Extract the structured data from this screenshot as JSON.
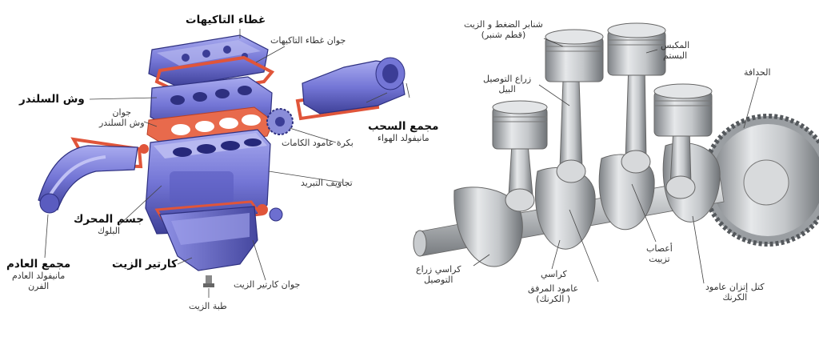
{
  "colors": {
    "engine_blue": "#6d6fd0",
    "engine_dark": "#3b3d96",
    "engine_light": "#b7b8f0",
    "gasket_orange": "#e0553a",
    "steel": "#b9bcbf",
    "steel_dark": "#6f7377"
  },
  "left_diagram": {
    "valve_cover": {
      "title": "غطاء التاكيهات"
    },
    "valve_cover_gasket": {
      "title": "جوان غطاء التاكيهات"
    },
    "cylinder_head": {
      "title": "وش السلندر"
    },
    "head_gasket": {
      "line1": "جوان",
      "line2": "وش السلندر"
    },
    "intake_manifold": {
      "title": "مجمع السحب",
      "subtitle": "مانيفولد الهواء"
    },
    "camshaft_pulley": {
      "title": "بكرة عامود الكامات"
    },
    "coolant_passages": {
      "title": "تجاويف التبريد"
    },
    "engine_block": {
      "title": "جسم المحرك",
      "subtitle": "البلوك"
    },
    "exhaust_manifold": {
      "title": "مجمع العادم",
      "line1": "مانيفولد العادم",
      "line2": "الفرن"
    },
    "oil_pan": {
      "title": "كارتير الزيت"
    },
    "oil_pan_gasket": {
      "title": "جوان كارتير الزيت"
    },
    "drain_plug": {
      "title": "طبة الزيت"
    }
  },
  "right_diagram": {
    "piston_rings": {
      "line1": "شنابر الضغط و الزيت",
      "line2": "(قطم شنبر)"
    },
    "piston": {
      "line1": "المكبس",
      "line2": "البستم"
    },
    "connecting_rod": {
      "line1": "زراع التوصيل",
      "line2": "البيل"
    },
    "flywheel": {
      "title": "الحدافة"
    },
    "oil_passages": {
      "line1": "أعصاب",
      "line2": "تزييت"
    },
    "rod_bearing": {
      "line1": "كراسي زراع",
      "line2": "التوصيل"
    },
    "main_bearing": {
      "line1": "كراسي"
    },
    "crankshaft": {
      "line1": "عامود المرفق",
      "line2": "( الكرنك)"
    },
    "counterweight": {
      "line1": "كتل إتزان عامود",
      "line2": "الكرنك"
    }
  }
}
